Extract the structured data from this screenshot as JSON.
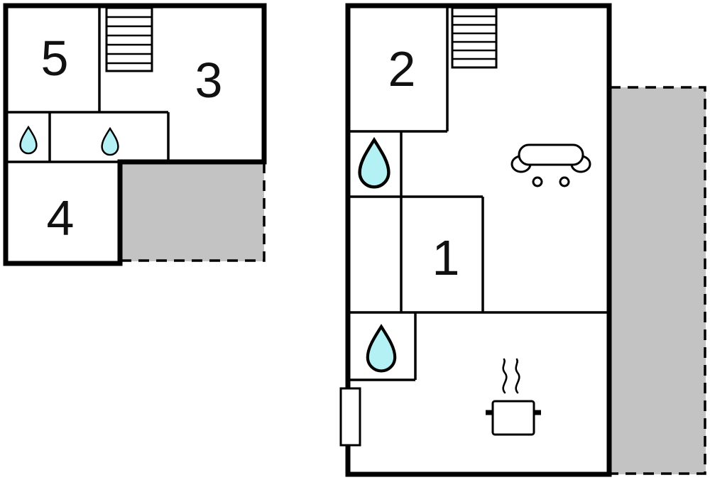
{
  "floor_plans": {
    "left": {
      "room_labels": [
        "5",
        "3",
        "4"
      ],
      "icons": [
        "stairs-icon",
        "water-drop-icon",
        "water-drop-icon",
        "terrace-area"
      ]
    },
    "right": {
      "room_labels": [
        "2",
        "1"
      ],
      "icons": [
        "stairs-icon",
        "water-drop-icon",
        "sofa-icon",
        "water-drop-icon",
        "entrance-door",
        "cooking-pot-icon",
        "terrace-area"
      ]
    }
  },
  "labels": {
    "room1": "1",
    "room2": "2",
    "room3": "3",
    "room4": "4",
    "room5": "5"
  },
  "colors": {
    "background": "#ffffff",
    "wall": "#000000",
    "room_fill": "#ffffff",
    "terrace_fill": "#c3c3c3",
    "water_drop_fill": "#b3f1f5"
  }
}
